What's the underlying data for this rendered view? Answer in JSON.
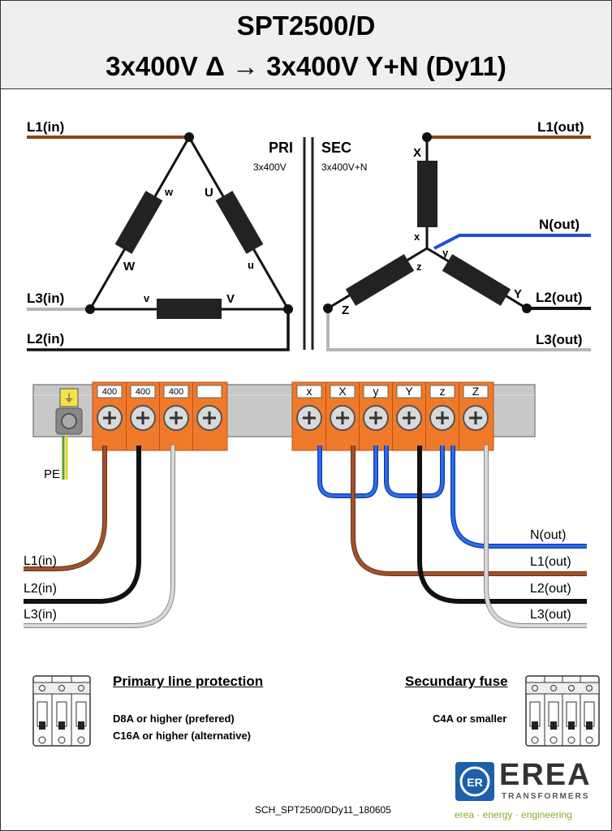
{
  "title": {
    "line1": "SPT2500/D",
    "line2": "3x400V Δ → 3x400V Y+N  (Dy11)"
  },
  "schematic": {
    "primary": {
      "heading": "PRI",
      "voltage": "3x400V",
      "inputs": [
        "L1(in)",
        "L3(in)",
        "L2(in)"
      ],
      "winding_labels": [
        "W",
        "w",
        "U",
        "u",
        "v",
        "V"
      ]
    },
    "secondary": {
      "heading": "SEC",
      "voltage": "3x400V+N",
      "outputs": [
        "L1(out)",
        "N(out)",
        "L2(out)",
        "L3(out)"
      ],
      "winding_labels": [
        "X",
        "x",
        "y",
        "z",
        "Y",
        "Z"
      ]
    }
  },
  "terminal_block": {
    "primary_labels": [
      "400",
      "400",
      "400",
      ""
    ],
    "secondary_labels": [
      "x",
      "X",
      "y",
      "Y",
      "z",
      "Z"
    ],
    "pe_label": "PE"
  },
  "wiring": {
    "inputs": [
      "L1(in)",
      "L2(in)",
      "L3(in)"
    ],
    "outputs": [
      "N(out)",
      "L1(out)",
      "L2(out)",
      "L3(out)"
    ]
  },
  "protection": {
    "primary": {
      "heading": "Primary line protection",
      "lines": [
        "D8A or higher (prefered)",
        "C16A or higher (alternative)"
      ]
    },
    "secondary": {
      "heading": "Secundary fuse",
      "lines": [
        "C4A or smaller"
      ]
    }
  },
  "footer": {
    "doc_code": "SCH_SPT2500/DDy11_180605",
    "logo_name": "EREA",
    "logo_sub": "TRANSFORMERS",
    "tagline": "erea · energy · engineering"
  },
  "colors": {
    "brown": "#8b4513",
    "black": "#111111",
    "grey": "#b5b5b5",
    "blue": "#1f4fd6",
    "orange": "#f07a2a",
    "logo_blue": "#1d5fa8",
    "logo_green": "#7fae2a"
  }
}
